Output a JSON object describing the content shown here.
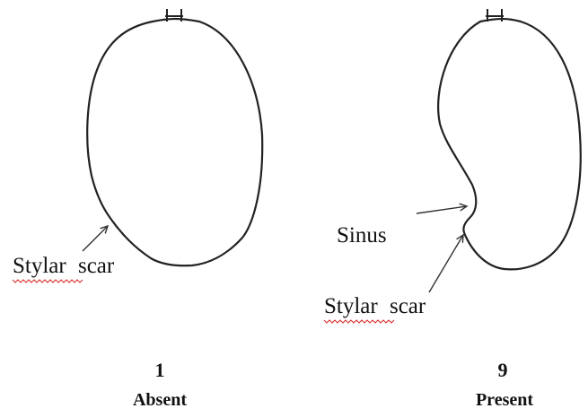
{
  "figure": {
    "panels": [
      {
        "number": "1",
        "state": "Absent",
        "labels": {
          "scar": {
            "word1": "Stylar",
            "word2": "scar"
          }
        }
      },
      {
        "number": "9",
        "state": "Present",
        "labels": {
          "sinus": "Sinus",
          "scar": {
            "word1": "Stylar",
            "word2": "scar"
          }
        }
      }
    ]
  }
}
